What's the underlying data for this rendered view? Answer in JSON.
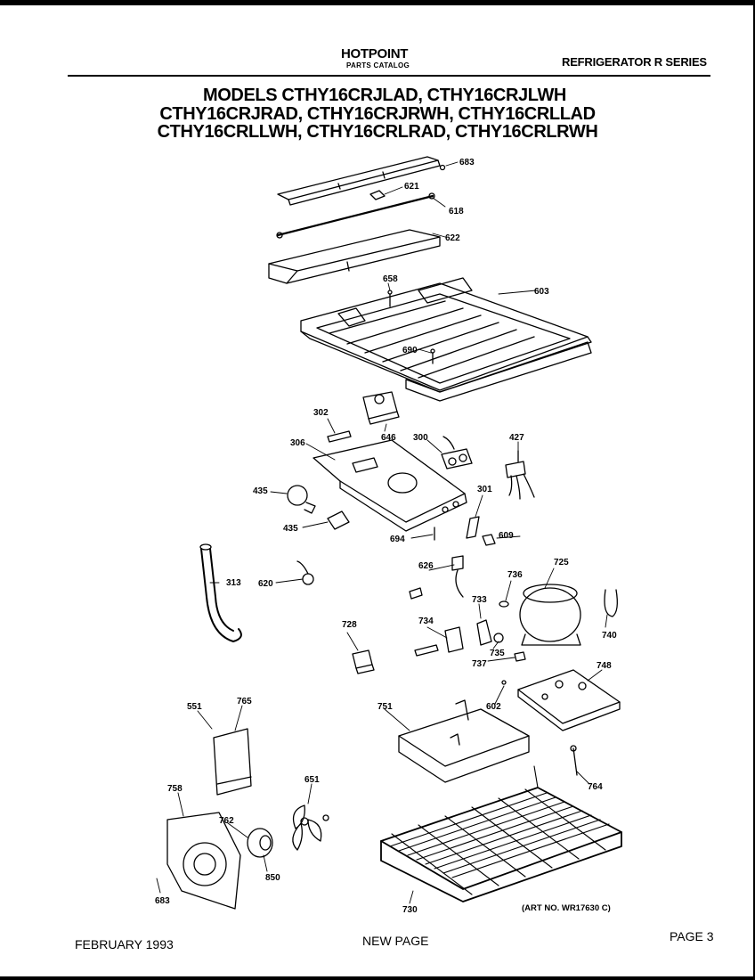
{
  "header": {
    "brand": "HOTPOINT",
    "catalog": "PARTS CATALOG",
    "series": "REFRIGERATOR R SERIES"
  },
  "title_lines": [
    "MODELS CTHY16CRJLAD, CTHY16CRJLWH",
    "CTHY16CRJRAD, CTHY16CRJRWH, CTHY16CRLLAD",
    "CTHY16CRLLWH, CTHY16CRLRAD, CTHY16CRLRWH"
  ],
  "diagram": {
    "part_numbers": [
      "683",
      "621",
      "618",
      "622",
      "658",
      "603",
      "690",
      "302",
      "646",
      "306",
      "300",
      "427",
      "435",
      "435",
      "301",
      "694",
      "609",
      "313",
      "620",
      "626",
      "736",
      "725",
      "733",
      "734",
      "728",
      "740",
      "735",
      "737",
      "602",
      "748",
      "751",
      "551",
      "765",
      "764",
      "758",
      "651",
      "762",
      "850",
      "683",
      "730"
    ]
  },
  "art_number": "(ART NO. WR17630 C)",
  "footer": {
    "date": "FEBRUARY 1993",
    "status": "NEW PAGE",
    "page": "PAGE 3"
  }
}
